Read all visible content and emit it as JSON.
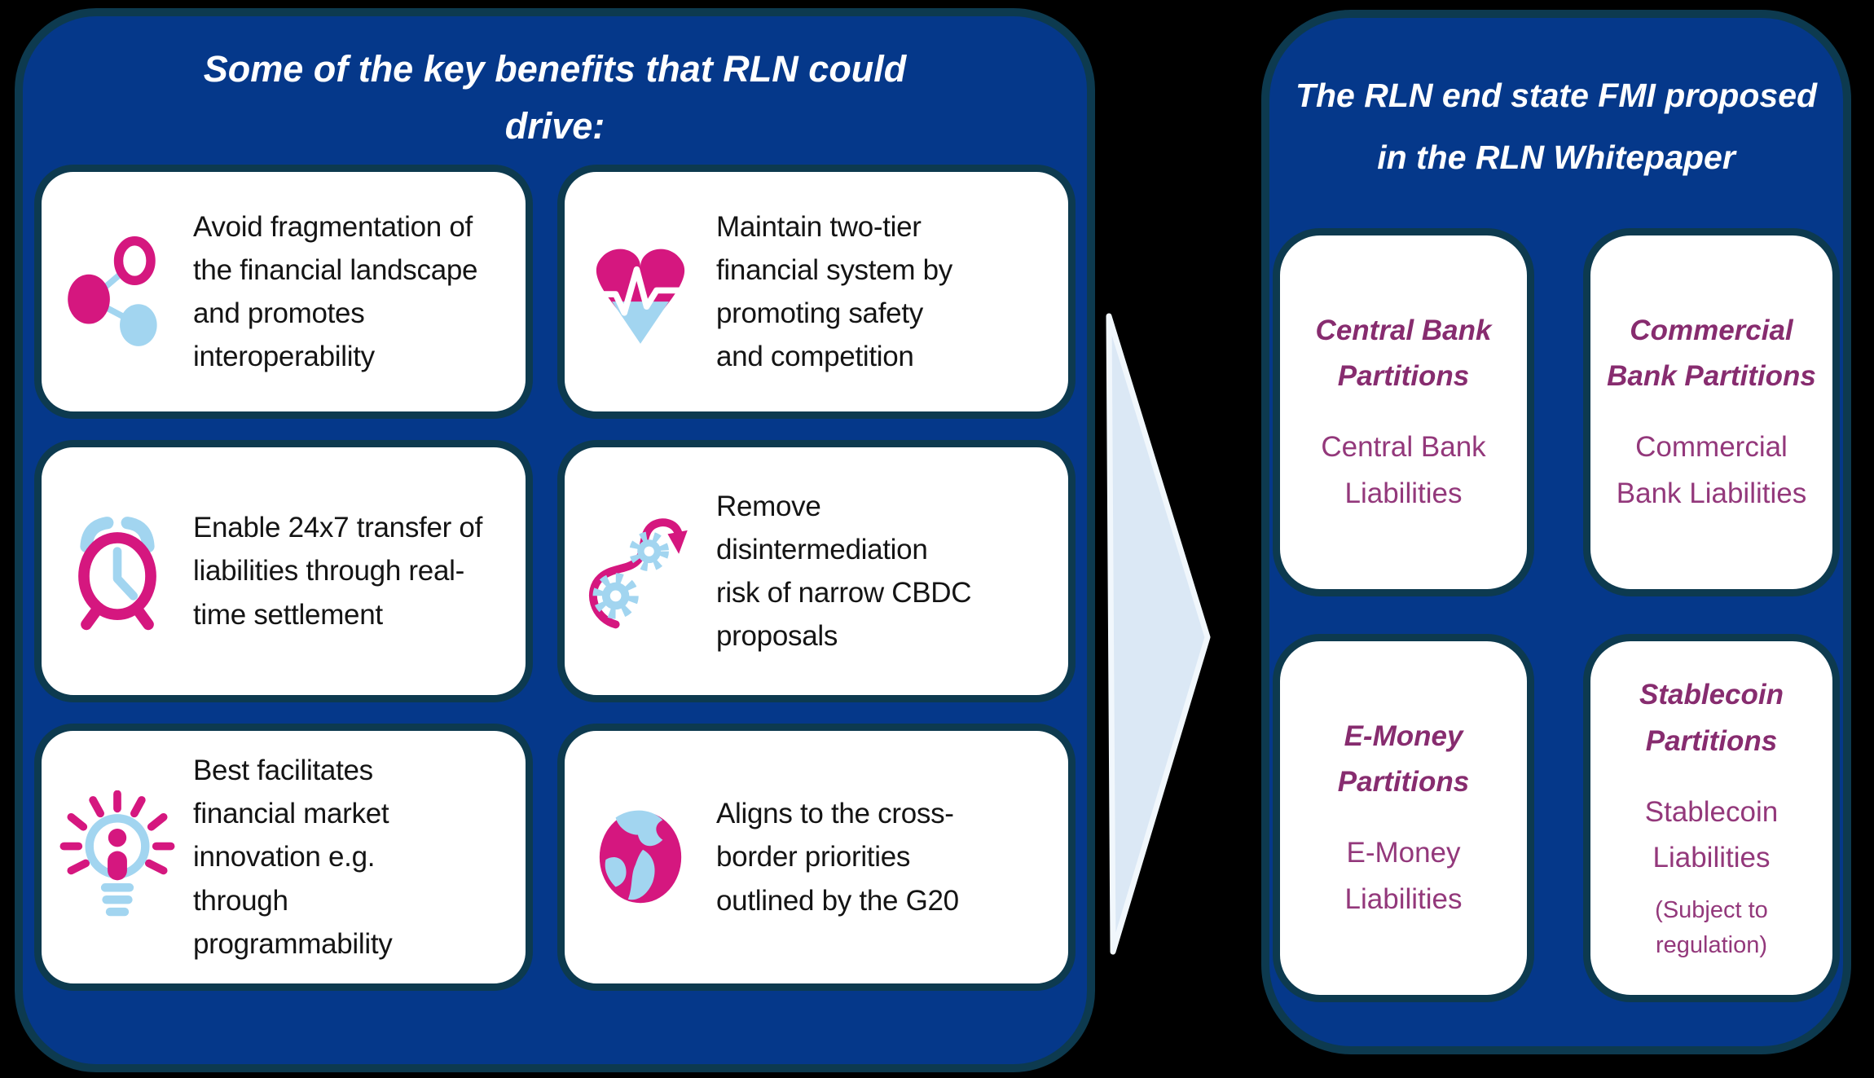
{
  "slide": {
    "background": "#000000",
    "colors": {
      "panel_blue": "#05388a",
      "panel_border": "#0d3a4f",
      "icon_pink": "#d5177f",
      "icon_light_blue": "#a2d5f0",
      "partition_purple": "#8a2d72",
      "arrow_fill": "#dbe8f5",
      "arrow_edge": "#f1f7fc"
    }
  },
  "benefits_panel": {
    "title": "Some of the key benefits that RLN could\ndrive:",
    "cards": [
      {
        "icon": "network-nodes-icon",
        "text": "Avoid fragmentation of\nthe financial landscape\nand promotes\ninteroperability"
      },
      {
        "icon": "heart-pulse-icon",
        "text": "Maintain two-tier\nfinancial system by\npromoting safety\nand competition"
      },
      {
        "icon": "alarm-clock-icon",
        "text": "Enable 24x7 transfer of\nliabilities through real-\ntime settlement"
      },
      {
        "icon": "gears-cycle-icon",
        "text": "Remove\ndisintermediation\nrisk of narrow CBDC\nproposals"
      },
      {
        "icon": "lightbulb-innovation-icon",
        "text": "Best facilitates\nfinancial market\ninnovation e.g.\nthrough\nprogrammability"
      },
      {
        "icon": "globe-icon",
        "text": "Aligns to the cross-\nborder priorities\noutlined by the G20"
      }
    ]
  },
  "fmi_panel": {
    "title": "The RLN end state FMI proposed\nin the RLN Whitepaper",
    "partitions": [
      {
        "title": "Central Bank\nPartitions",
        "body": "Central Bank\nLiabilities"
      },
      {
        "title": "Commercial\nBank Partitions",
        "body": "Commercial\nBank Liabilities"
      },
      {
        "title": "E-Money\nPartitions",
        "body": "E-Money\nLiabilities"
      },
      {
        "title": "Stablecoin\nPartitions",
        "body": "Stablecoin\nLiabilities",
        "note": "(Subject to\nregulation)"
      }
    ]
  }
}
